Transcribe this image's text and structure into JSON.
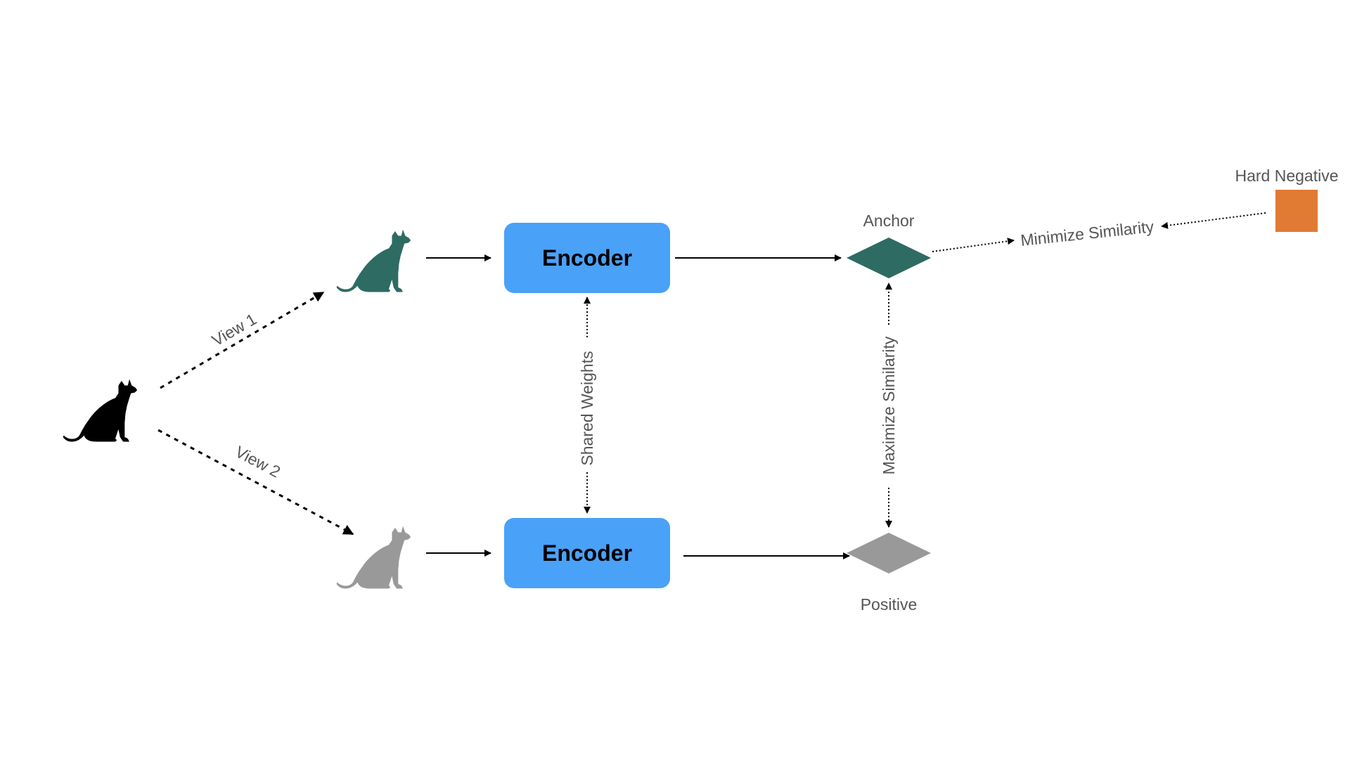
{
  "labels": {
    "view1": "View 1",
    "view2": "View 2",
    "encoder_top": "Encoder",
    "encoder_bottom": "Encoder",
    "shared_weights": "Shared Weights",
    "anchor": "Anchor",
    "positive": "Positive",
    "maximize_similarity": "Maximize Similarity",
    "minimize_similarity": "Minimize Similarity",
    "hard_negative": "Hard Negative"
  },
  "colors": {
    "original_cat": "#000000",
    "view1_cat": "#2e6b63",
    "view2_cat": "#999999",
    "encoder": "#4aa1f8",
    "anchor": "#2e6b63",
    "positive": "#999999",
    "hard_negative": "#e17a33",
    "arrow": "#000000"
  },
  "icons": {
    "original": "cat-icon",
    "view1": "cat-icon",
    "view2": "cat-icon"
  }
}
